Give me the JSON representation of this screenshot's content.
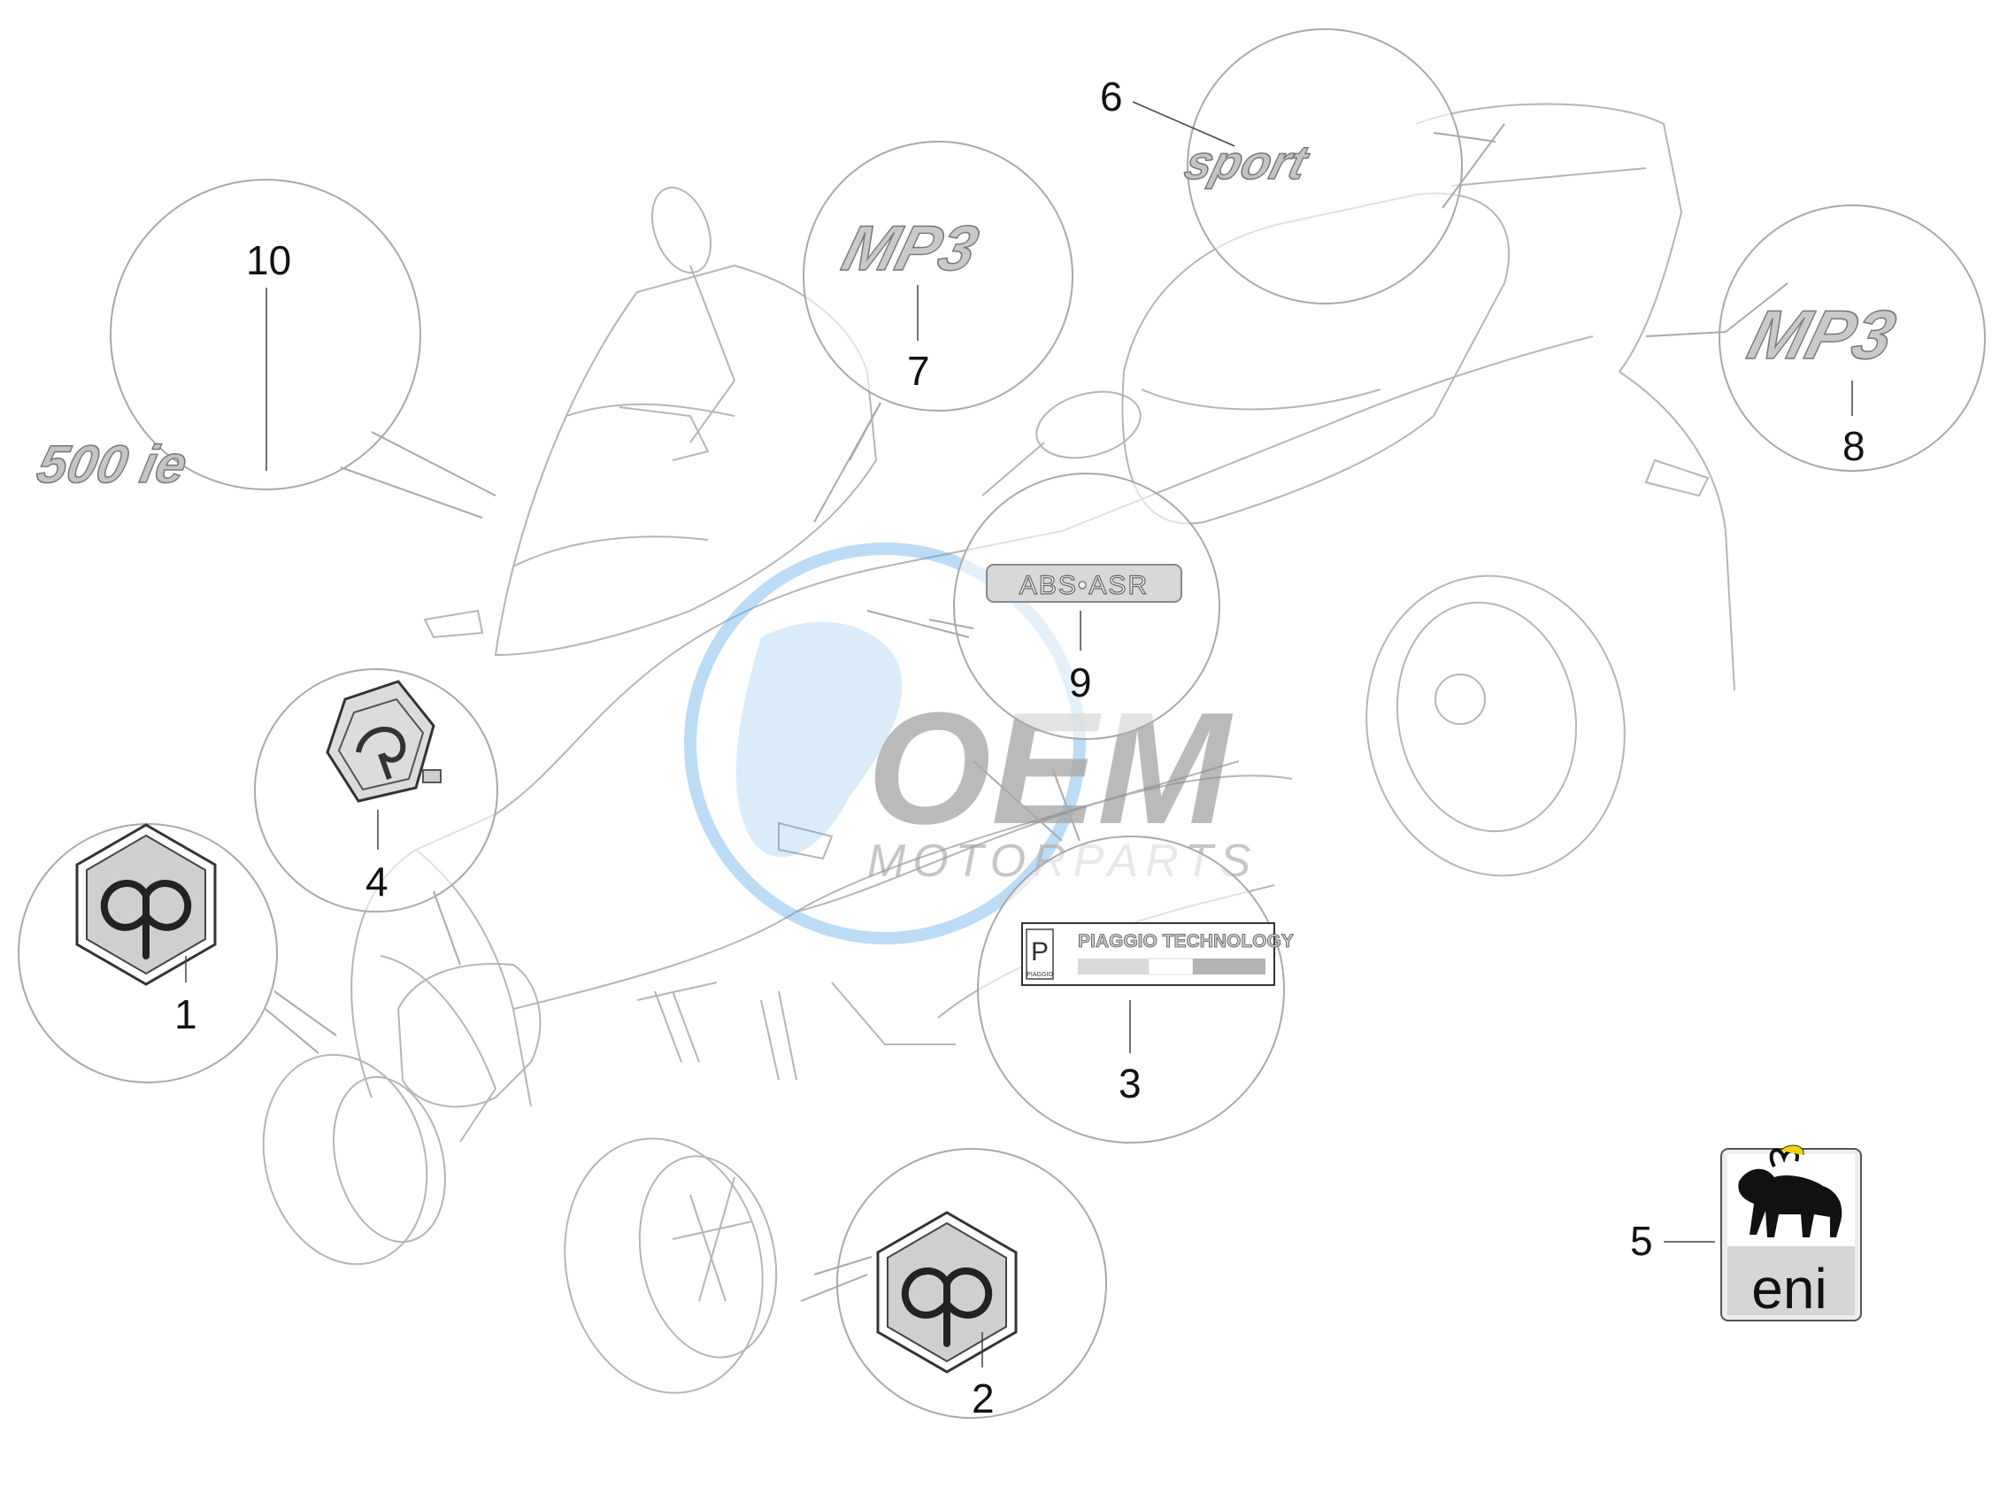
{
  "callouts": {
    "c1": "1",
    "c2": "2",
    "c3": "3",
    "c4": "4",
    "c5": "5",
    "c6": "6",
    "c7": "7",
    "c8": "8",
    "c9": "9",
    "c10": "10"
  },
  "stickers": {
    "model_badge": "500 ie",
    "sport_badge": "sport",
    "mp3_badge": "MP3",
    "abs_badge": "ABS•ASR",
    "tech_plate": "PIAGGIO TECHNOLOGY",
    "tech_plate_small": "PIAGGIO",
    "eni_label": "eni"
  },
  "watermark": {
    "brand": "OEM",
    "sub": "MOTORPARTS"
  },
  "colors": {
    "line": "#a9a9a9",
    "badge_grey": "#cfcfcf",
    "watermark_blue": "#5aa9e6",
    "watermark_grey": "#8c8c8c",
    "eni_yellow": "#f5d400"
  },
  "icons": [
    "piaggio-logo-icon",
    "eni-dog-icon",
    "globe-icon"
  ]
}
